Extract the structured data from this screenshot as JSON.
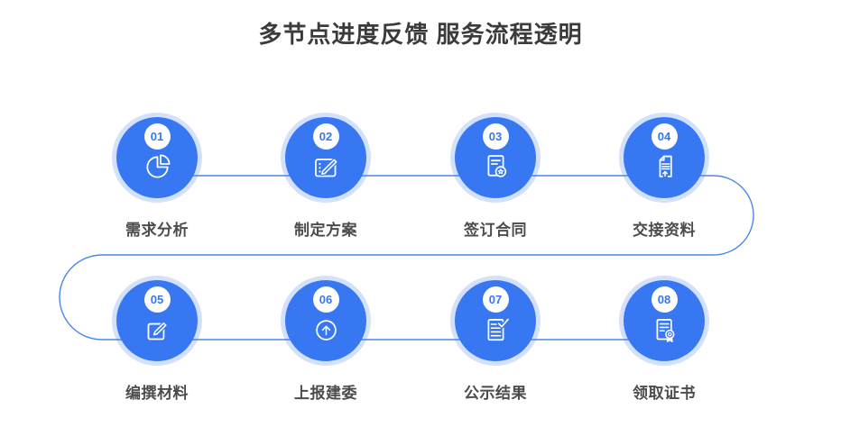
{
  "title": "多节点进度反馈 服务流程透明",
  "colors": {
    "node_blue": "#3778F2",
    "node_halo": "rgba(55,120,242,0.22)",
    "connector_line": "#4A89EA",
    "badge_bg": "#FFFFFF",
    "badge_text": "#3778F2",
    "title_text": "#3B3B3B",
    "label_text": "#4C4C4C"
  },
  "flow": {
    "nodes": [
      {
        "num": "01",
        "label": "需求分析",
        "icon": "pie-chart-icon"
      },
      {
        "num": "02",
        "label": "制定方案",
        "icon": "plan-document-icon"
      },
      {
        "num": "03",
        "label": "签订合同",
        "icon": "contract-seal-icon"
      },
      {
        "num": "04",
        "label": "交接资料",
        "icon": "file-transfer-icon"
      },
      {
        "num": "05",
        "label": "编撰材料",
        "icon": "edit-compose-icon"
      },
      {
        "num": "06",
        "label": "上报建委",
        "icon": "upload-arrow-icon"
      },
      {
        "num": "07",
        "label": "公示结果",
        "icon": "checked-list-icon"
      },
      {
        "num": "08",
        "label": "领取证书",
        "icon": "certificate-icon"
      }
    ]
  }
}
